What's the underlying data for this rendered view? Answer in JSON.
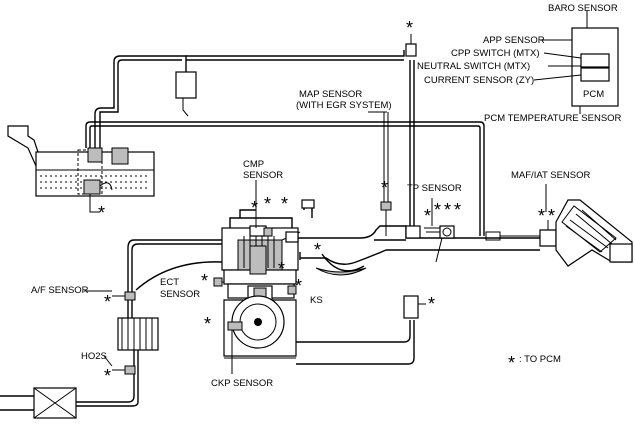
{
  "labels": {
    "baro_sensor": "BARO SENSOR",
    "app_sensor": "APP SENSOR",
    "cpp_switch": "CPP SWITCH (MTX)",
    "neutral_switch": "NEUTRAL SWITCH (MTX)",
    "current_sensor": "CURRENT SENSOR (ZY)",
    "pcm": "PCM",
    "pcm_temperature_sensor": "PCM TEMPERATURE SENSOR",
    "map_sensor_line1": "MAP SENSOR",
    "map_sensor_line2": "(WITH EGR SYSTEM)",
    "cmp_sensor_line1": "CMP",
    "cmp_sensor_line2": "SENSOR",
    "tp_sensor": "TP SENSOR",
    "maf_iat_sensor": "MAF/IAT SENSOR",
    "af_sensor": "A/F SENSOR",
    "ect_sensor_line1": "ECT",
    "ect_sensor_line2": "SENSOR",
    "ks": "KS",
    "ho2s": "HO2S",
    "ckp_sensor": "CKP SENSOR",
    "to_pcm_legend": ": TO PCM",
    "asterisk": "*"
  },
  "colors": {
    "line": "#000000",
    "background": "#ffffff",
    "fill_gray": "#bdbdbd"
  }
}
